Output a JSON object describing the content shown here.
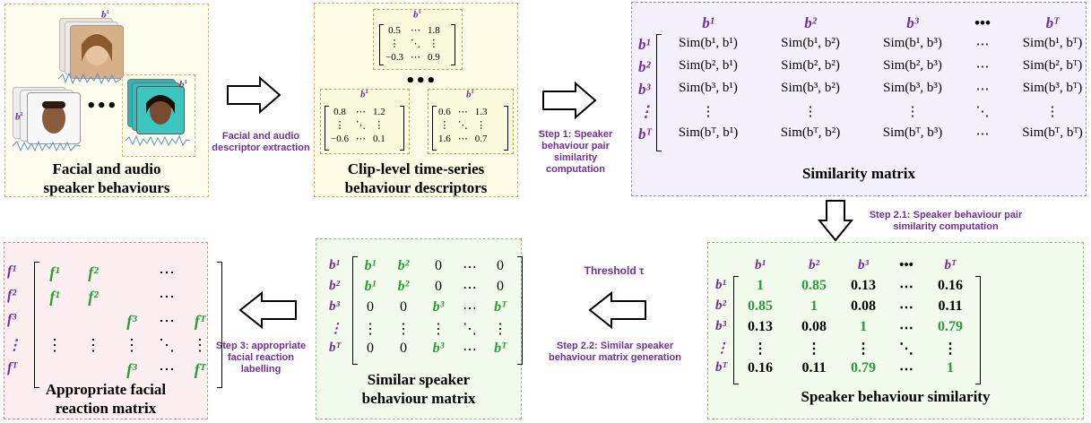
{
  "panel_a": {
    "caption_line1": "Facial and audio",
    "caption_line2": "speaker behaviours",
    "label_b1": "b",
    "label_dots": "•••"
  },
  "arrow_a_label": "Facial and audio descriptor extraction",
  "panel_b": {
    "caption_line1": "Clip-level time-series",
    "caption_line2": "behaviour descriptors",
    "matrix_top": [
      [
        "0.5",
        "⋯",
        "1.8"
      ],
      [
        "⋮",
        "⋱",
        "⋮"
      ],
      [
        "−0.3",
        "⋯",
        "0.9"
      ]
    ],
    "matrix_left": [
      [
        "0.8",
        "⋯",
        "1.2"
      ],
      [
        "⋮",
        "⋱",
        "⋮"
      ],
      [
        "−0.6",
        "⋯",
        "0.1"
      ]
    ],
    "matrix_right": [
      [
        "0.6",
        "⋯",
        "1.3"
      ],
      [
        "⋮",
        "⋱",
        "⋮"
      ],
      [
        "1.6",
        "⋯",
        "0.7"
      ]
    ],
    "dots": "•••"
  },
  "arrow_b_label": "Step 1: Speaker behaviour pair similarity computation",
  "panel_c": {
    "caption": "Similarity matrix",
    "col_headers": [
      "b¹",
      "b²",
      "b³",
      "•••",
      "bᵀ"
    ],
    "row_headers": [
      "b¹",
      "b²",
      "b³",
      "⋮",
      "bᵀ"
    ],
    "rows": [
      [
        "Sim(b¹, b¹)",
        "Sim(b¹, b²)",
        "Sim(b¹, b³)",
        "⋯",
        "Sim(b¹, bᵀ)"
      ],
      [
        "Sim(b², b¹)",
        "Sim(b², b²)",
        "Sim(b², b³)",
        "⋯",
        "Sim(b², bᵀ)"
      ],
      [
        "Sim(b³, b¹)",
        "Sim(b³, b²)",
        "Sim(b³, b³)",
        "⋯",
        "Sim(b³, bᵀ)"
      ],
      [
        "⋮",
        "⋮",
        "⋮",
        "⋱",
        "⋮"
      ],
      [
        "Sim(bᵀ, b¹)",
        "Sim(bᵀ, b²)",
        "Sim(bᵀ, b³)",
        "⋯",
        "Sim(bᵀ, bᵀ)"
      ]
    ]
  },
  "arrow_c_label": "Step 2.1: Speaker behaviour pair similarity computation",
  "panel_d": {
    "caption": "Speaker behaviour similarity",
    "col_headers": [
      "b¹",
      "b²",
      "b³",
      "•••",
      "bᵀ"
    ],
    "row_headers": [
      "b¹",
      "b²",
      "b³",
      "⋮",
      "bᵀ"
    ],
    "rows": [
      [
        "1",
        "0.85",
        "0.13",
        "⋯",
        "0.16"
      ],
      [
        "0.85",
        "1",
        "0.08",
        "⋯",
        "0.11"
      ],
      [
        "0.13",
        "0.08",
        "1",
        "⋯",
        "0.79"
      ],
      [
        "⋮",
        "⋮",
        "⋮",
        "⋱",
        "⋮"
      ],
      [
        "0.16",
        "0.11",
        "0.79",
        "⋯",
        "1"
      ]
    ],
    "green_cells": [
      [
        0,
        0
      ],
      [
        0,
        1
      ],
      [
        1,
        0
      ],
      [
        1,
        1
      ],
      [
        2,
        2
      ],
      [
        2,
        4
      ],
      [
        4,
        2
      ],
      [
        4,
        4
      ]
    ]
  },
  "threshold_label": "Threshold τ",
  "arrow_d_label": "Step 2.2: Similar speaker behaviour matrix generation",
  "panel_e": {
    "caption_line1": "Similar speaker",
    "caption_line2": "behaviour matrix",
    "row_headers": [
      "b¹",
      "b²",
      "b³",
      "⋮",
      "bᵀ"
    ],
    "rows": [
      [
        "b¹",
        "b²",
        "0",
        "⋯",
        "0"
      ],
      [
        "b¹",
        "b²",
        "0",
        "⋯",
        "0"
      ],
      [
        "0",
        "0",
        "b³",
        "⋯",
        "bᵀ"
      ],
      [
        "⋮",
        "⋮",
        "⋮",
        "⋱",
        "⋮"
      ],
      [
        "0",
        "0",
        "b³",
        "⋯",
        "bᵀ"
      ]
    ]
  },
  "arrow_e_label": "Step 3: appropriate facial reaction labelling",
  "panel_f": {
    "caption_line1": "Appropriate facial",
    "caption_line2": "reaction matrix",
    "row_headers": [
      "f¹",
      "f²",
      "f³",
      "⋮",
      "fᵀ"
    ],
    "rows": [
      [
        "f¹",
        "f²",
        "",
        "⋯",
        ""
      ],
      [
        "f¹",
        "f²",
        "",
        "⋯",
        ""
      ],
      [
        "",
        "",
        "f³",
        "⋯",
        "fᵀ"
      ],
      [
        "⋮",
        "⋮",
        "⋮",
        "⋱",
        "⋮"
      ],
      [
        "",
        "",
        "f³",
        "⋯",
        "fᵀ"
      ]
    ]
  },
  "colors": {
    "purple": "#6f3098",
    "green": "#2a9d3a",
    "black": "#000000"
  }
}
